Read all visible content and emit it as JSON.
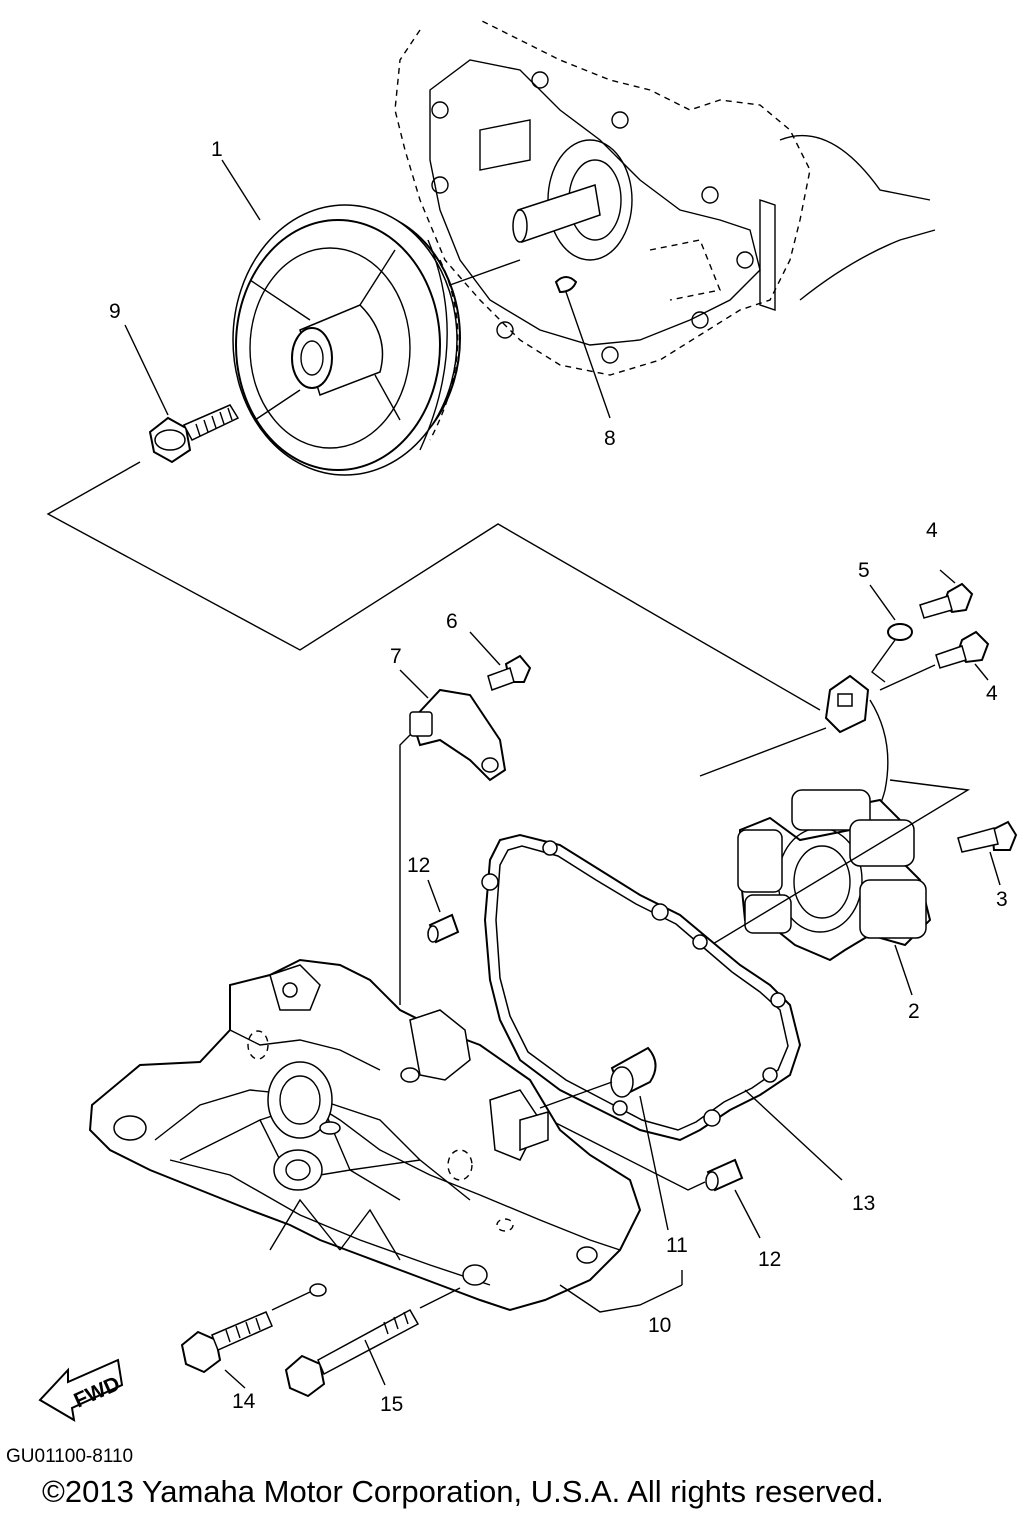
{
  "callouts": {
    "c1": "1",
    "c2": "2",
    "c3": "3",
    "c4a": "4",
    "c4b": "4",
    "c5": "5",
    "c6": "6",
    "c7": "7",
    "c8": "8",
    "c9": "9",
    "c10": "10",
    "c11": "11",
    "c12a": "12",
    "c12b": "12",
    "c13": "13",
    "c14": "14",
    "c15": "15"
  },
  "fwd_label": "FWD",
  "diagram_code": "GU01100-8110",
  "copyright": "©2013 Yamaha Motor Corporation, U.S.A. All rights reserved."
}
